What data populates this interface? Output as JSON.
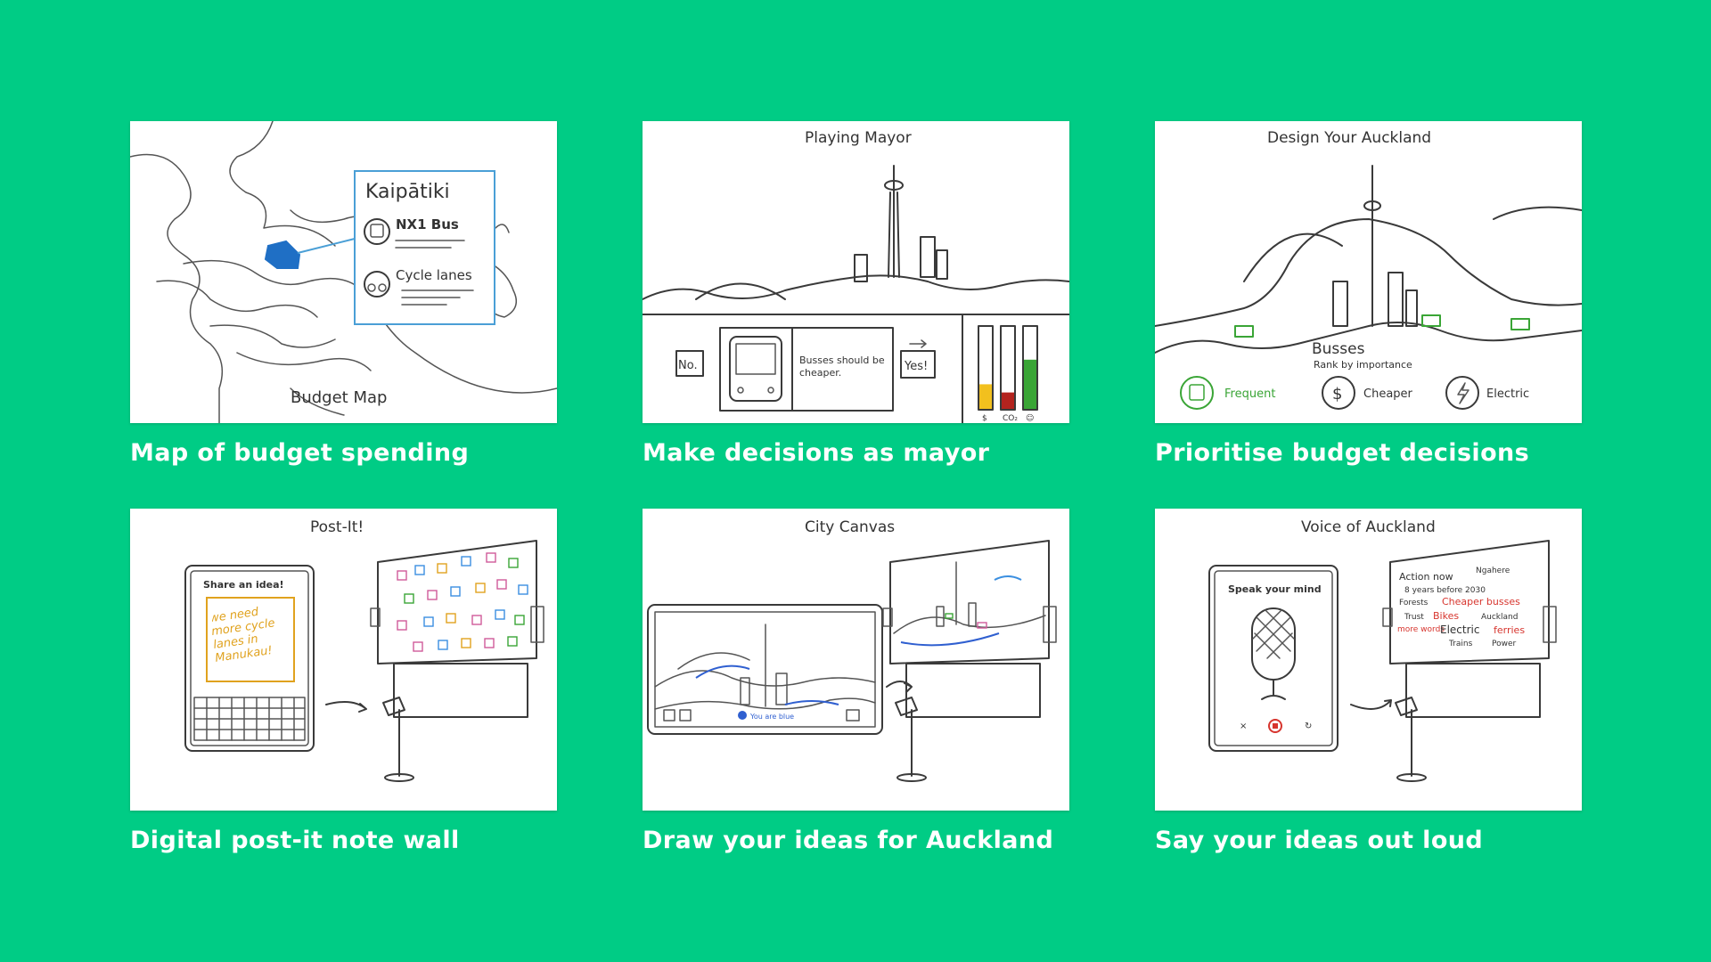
{
  "cards": [
    {
      "caption": "Map of budget spending",
      "sketch_title": "Budget Map",
      "popup_title": "Kaipātiki",
      "popup_items": [
        "NX1 Bus",
        "Cycle lanes"
      ],
      "icons": [
        "bus-icon",
        "bicycle-icon"
      ],
      "highlight_color": "#1f6fc5"
    },
    {
      "caption": "Make decisions as mayor",
      "sketch_title": "Playing Mayor",
      "decline_label": "No.",
      "accept_label": "Yes!",
      "statement": "Busses should be cheaper.",
      "meter_labels": [
        "$",
        "CO₂",
        "☺"
      ],
      "meter_levels": [
        0.3,
        0.2,
        0.6
      ],
      "meter_colors": [
        "#f2c01e",
        "#b3231e",
        "#3aa536"
      ],
      "icons": [
        "bus-front-icon"
      ]
    },
    {
      "caption": "Prioritise budget decisions",
      "sketch_title": "Design Your Auckland",
      "topic": "Busses",
      "subtitle": "Rank by importance",
      "options": [
        "Frequent",
        "Cheaper",
        "Electric"
      ],
      "selected_color": "#3aa536",
      "icons": [
        "bus-icon",
        "dollar-icon",
        "lightning-icon"
      ]
    },
    {
      "caption": "Digital post-it note wall",
      "sketch_title": "Post-It!",
      "prompt": "Share an idea!",
      "note_text": "we need more cycle lanes in Manukau!",
      "note_color": "#e0a21e"
    },
    {
      "caption": "Draw your ideas for Auckland",
      "sketch_title": "City Canvas",
      "status_text": "You are blue",
      "brush_color": "#2f5fd0"
    },
    {
      "caption": "Say your ideas out loud",
      "sketch_title": "Voice of Auckland",
      "prompt": "Speak your mind",
      "words": [
        "Action now",
        "Ngahere",
        "8 years before 2030",
        "Forests",
        "Cheaper busses",
        "Trust",
        "Bikes",
        "Auckland",
        "more words",
        "Electric",
        "ferries",
        "Trains",
        "Power"
      ],
      "accent_color": "#d7352e",
      "icons": [
        "microphone-icon",
        "record-icon"
      ]
    }
  ]
}
